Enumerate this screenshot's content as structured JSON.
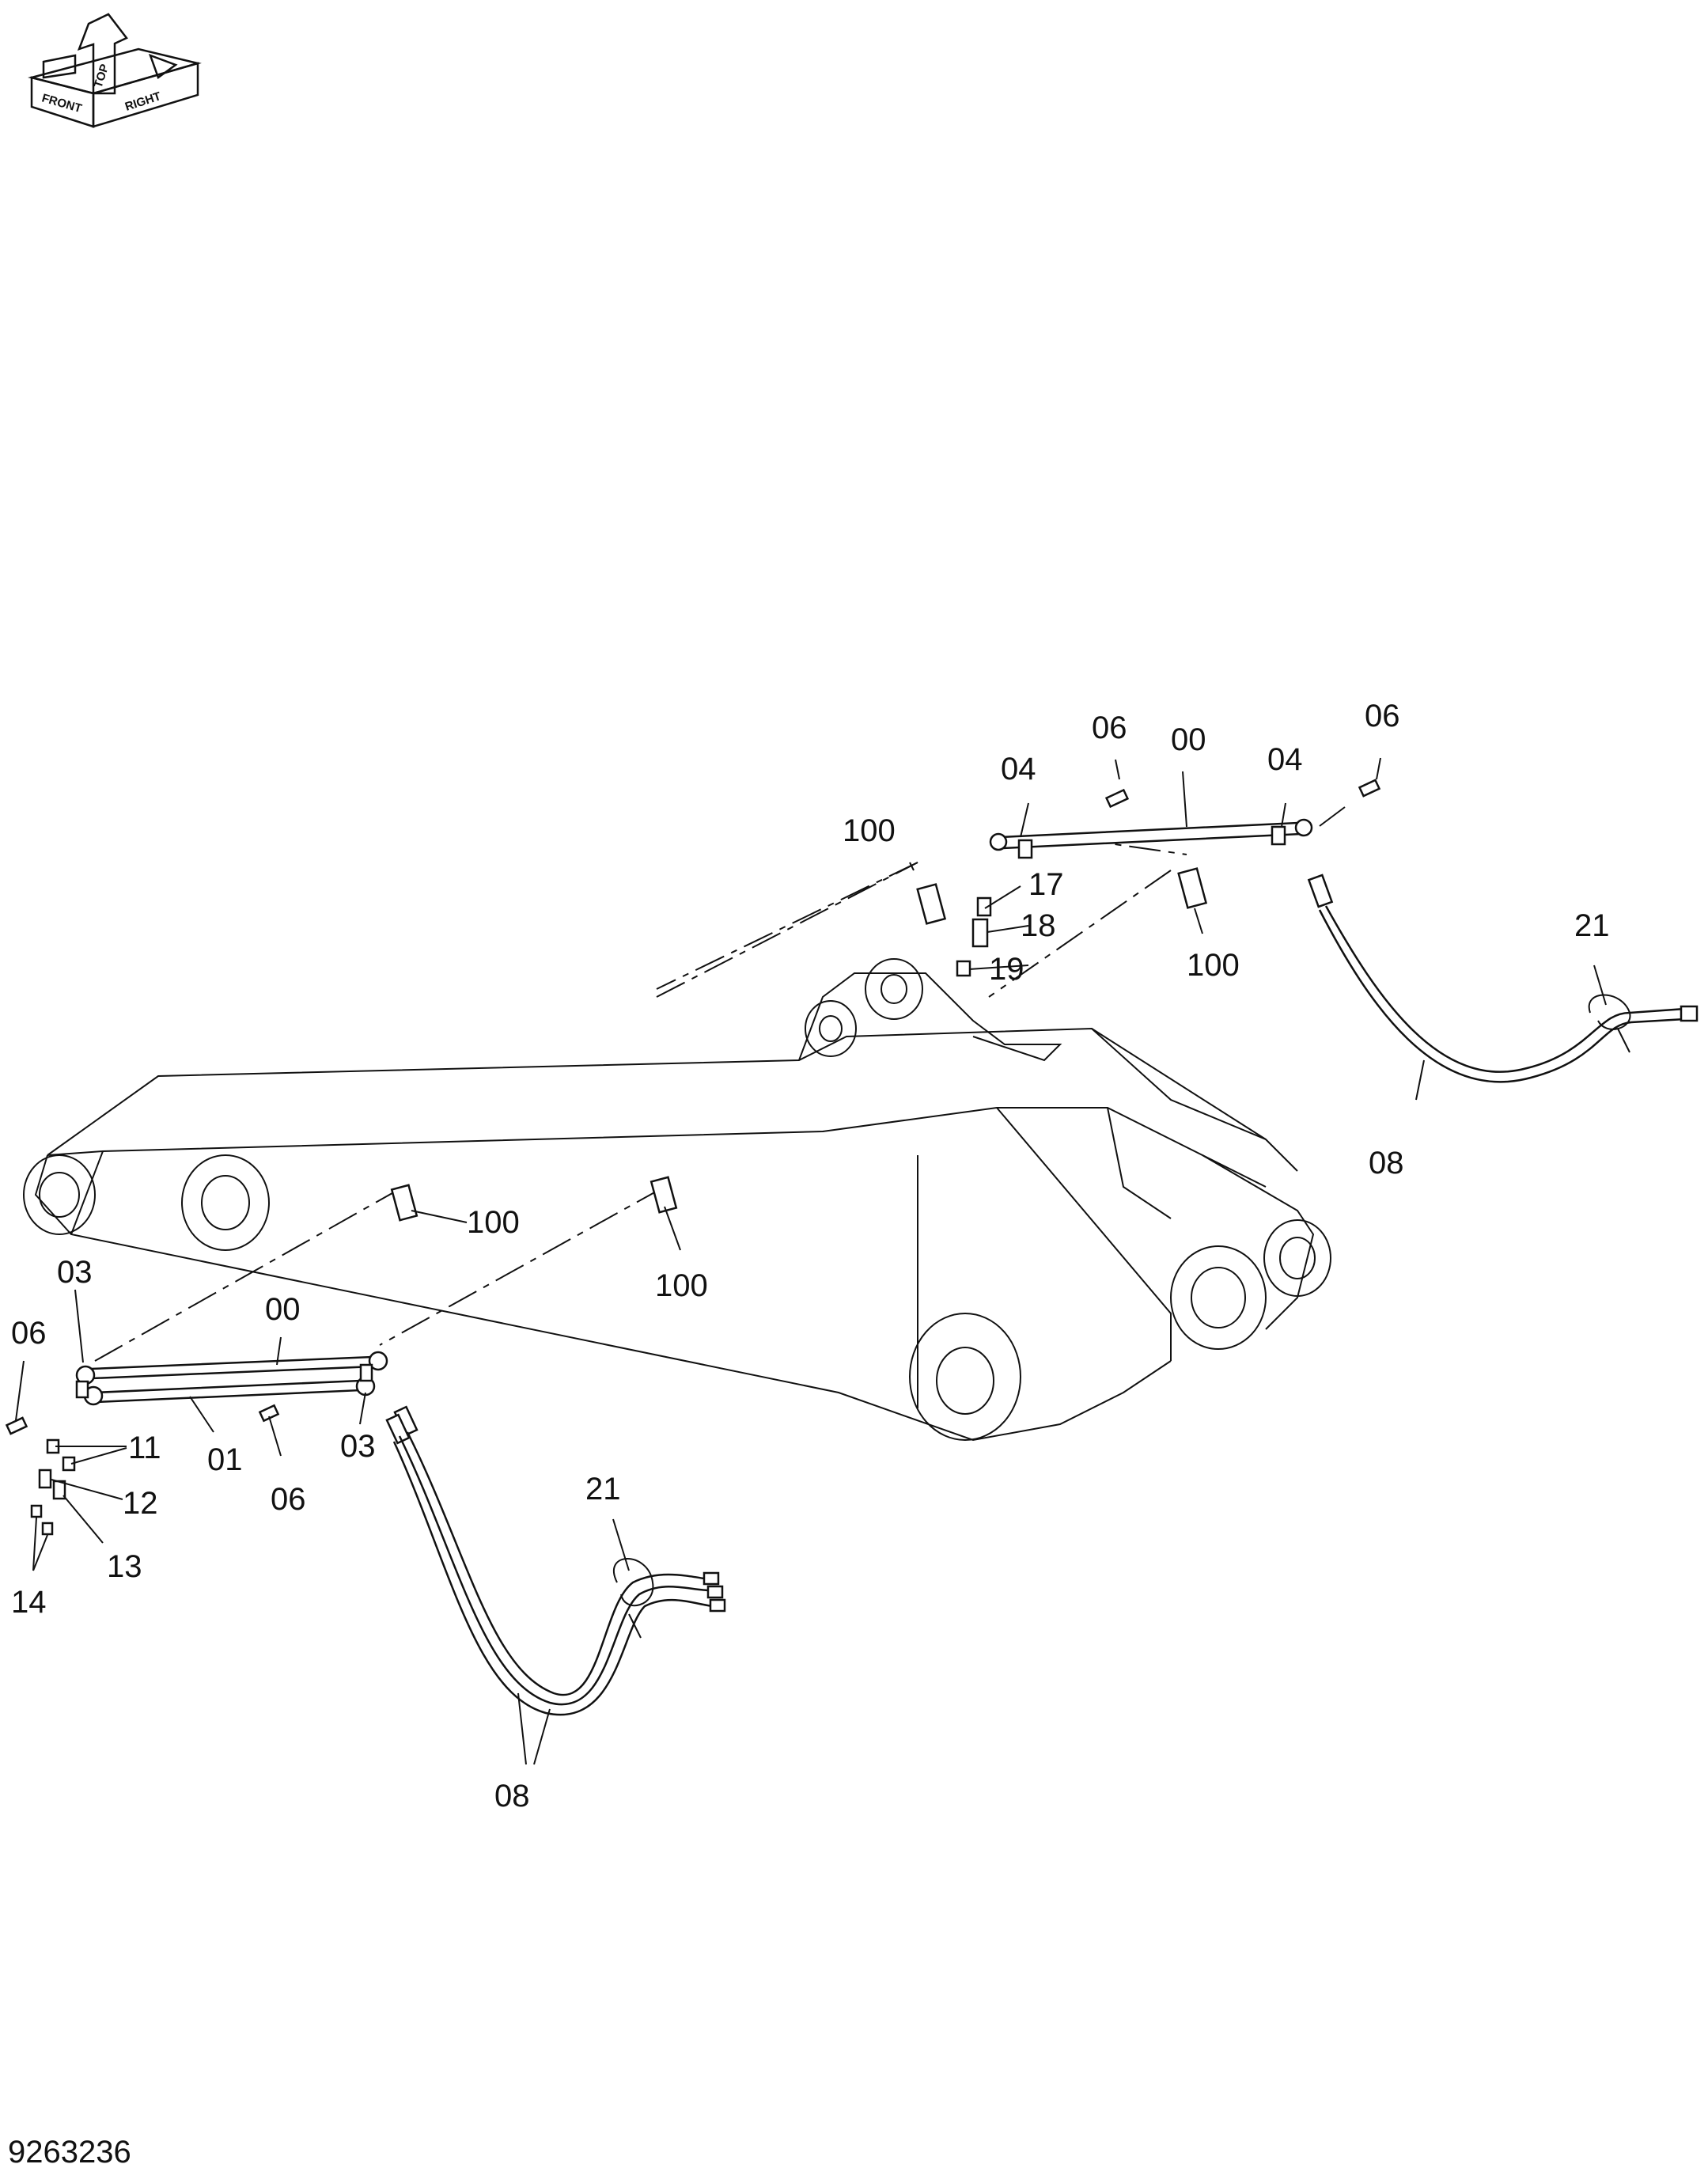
{
  "orientation_icon": {
    "labels": [
      "FRONT",
      "TOP",
      "RIGHT"
    ]
  },
  "callouts": [
    {
      "id": "c-06-top-left",
      "text": "06"
    },
    {
      "id": "c-00-top",
      "text": "00"
    },
    {
      "id": "c-06-top-right",
      "text": "06"
    },
    {
      "id": "c-04-top-left",
      "text": "04"
    },
    {
      "id": "c-04-top-right",
      "text": "04"
    },
    {
      "id": "c-100-top-left",
      "text": "100"
    },
    {
      "id": "c-17",
      "text": "17"
    },
    {
      "id": "c-18",
      "text": "18"
    },
    {
      "id": "c-19",
      "text": "19"
    },
    {
      "id": "c-100-top-right",
      "text": "100"
    },
    {
      "id": "c-21-right",
      "text": "21"
    },
    {
      "id": "c-08-right",
      "text": "08"
    },
    {
      "id": "c-100-mid-left",
      "text": "100"
    },
    {
      "id": "c-100-mid-right",
      "text": "100"
    },
    {
      "id": "c-03-left",
      "text": "03"
    },
    {
      "id": "c-00-bottom",
      "text": "00"
    },
    {
      "id": "c-06-left",
      "text": "06"
    },
    {
      "id": "c-11",
      "text": "11"
    },
    {
      "id": "c-01",
      "text": "01"
    },
    {
      "id": "c-03-right",
      "text": "03"
    },
    {
      "id": "c-06-bottom",
      "text": "06"
    },
    {
      "id": "c-12",
      "text": "12"
    },
    {
      "id": "c-13",
      "text": "13"
    },
    {
      "id": "c-14",
      "text": "14"
    },
    {
      "id": "c-21-bottom",
      "text": "21"
    },
    {
      "id": "c-08-bottom",
      "text": "08"
    }
  ],
  "drawing_number": "9263236"
}
